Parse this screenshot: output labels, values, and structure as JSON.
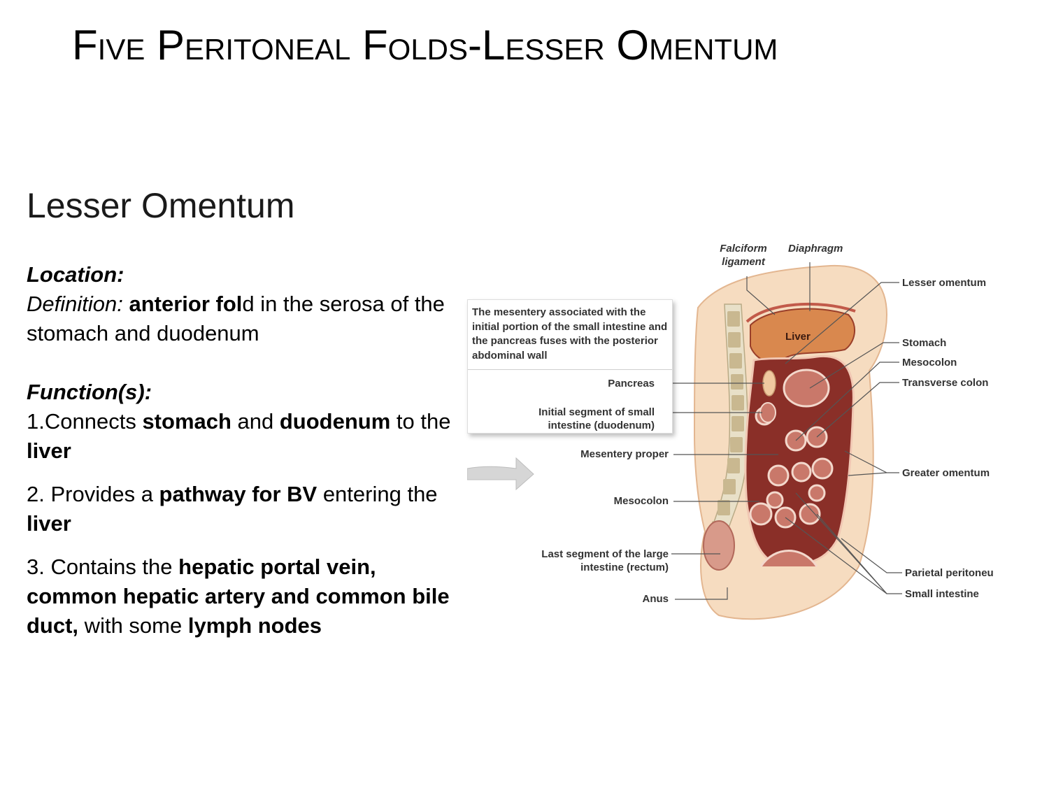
{
  "title": "Five Peritoneal Folds-Lesser Omentum",
  "subtitle": "Lesser Omentum",
  "content": {
    "location_label": "Location:",
    "definition_label": "Definition:",
    "definition_bold": "anterior fol",
    "definition_rest": "d in the serosa of the stomach and duodenum",
    "functions_label": "Function(s):",
    "f1": [
      "1.Connects ",
      "stomach",
      " and ",
      "duodenum",
      " to the ",
      "liver"
    ],
    "f2": [
      "2. Provides a ",
      "pathway for BV",
      " entering the ",
      "liver"
    ],
    "f3": [
      "3. Contains the ",
      "hepatic portal vein, common hepatic artery and common bile duct,",
      " with some ",
      "lymph nodes"
    ]
  },
  "figure": {
    "callout_text": "The mesentery associated with the initial portion of the small intestine and the pancreas fuses with the posterior abdominal wall",
    "labels": {
      "falciform": "Falciform ligament",
      "diaphragm": "Diaphragm",
      "liver": "Liver",
      "lesser_omentum": "Lesser omentum",
      "stomach": "Stomach",
      "mesocolon_right": "Mesocolon",
      "transverse_colon": "Transverse colon",
      "greater_omentum": "Greater omentum",
      "parietal_peritoneum": "Parietal peritoneu",
      "small_intestine": "Small intestine",
      "pancreas": "Pancreas",
      "initial_segment": "Initial segment of small intestine (duodenum)",
      "mesentery_proper": "Mesentery proper",
      "mesocolon_left": "Mesocolon",
      "last_segment": "Last segment of the large intestine (rectum)",
      "anus": "Anus"
    },
    "colors": {
      "skin": "#f6dcc0",
      "liver": "#d9884e",
      "cavity": "#8a2f28",
      "gut": "#c9786a",
      "spine": "#e8e0c8"
    }
  }
}
